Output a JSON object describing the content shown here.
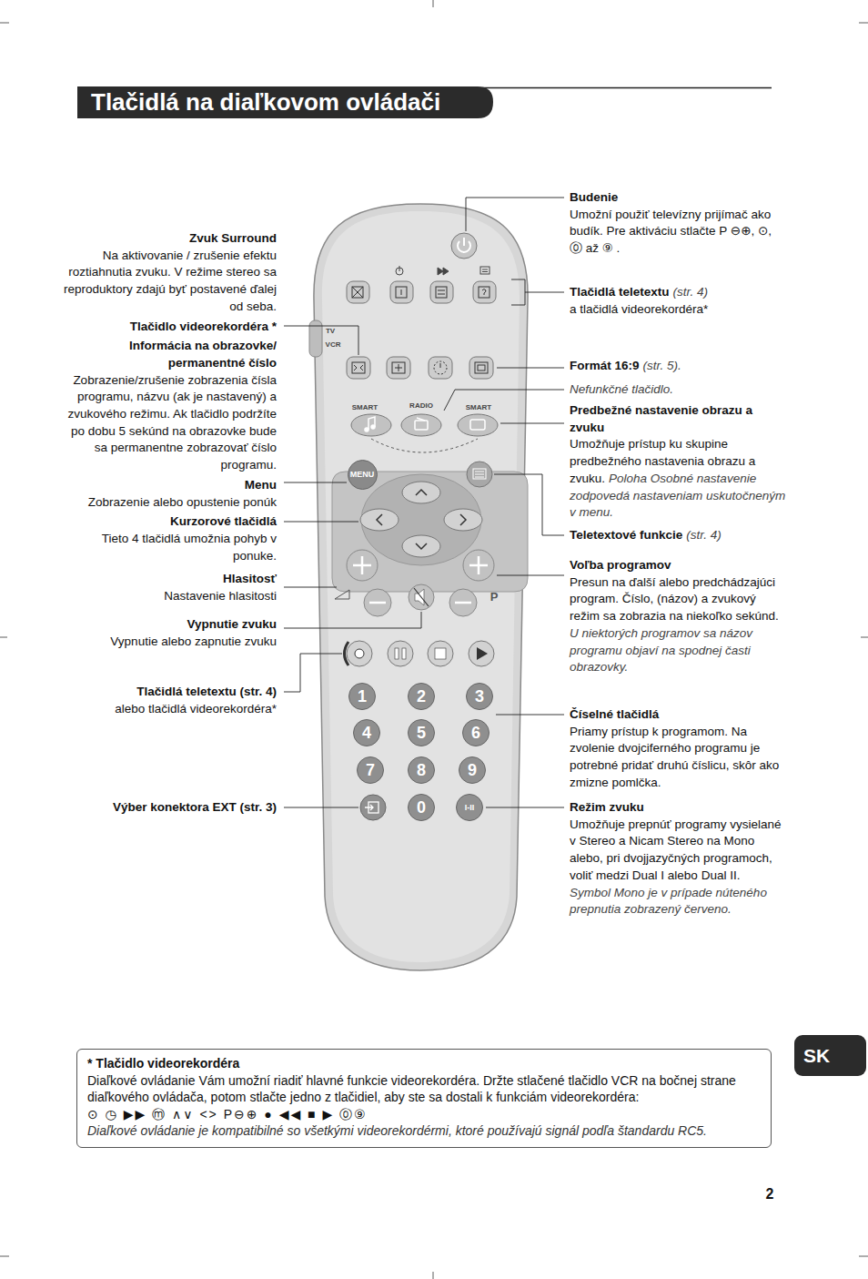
{
  "diagram": {
    "title": "Tlačidlá na diaľkovom ovládači",
    "nodes": [
      {
        "text": [
          "MENU"
        ]
      },
      {
        "text": [
          "1"
        ]
      },
      {
        "text": [
          "2"
        ]
      },
      {
        "text": [
          "3"
        ]
      },
      {
        "text": [
          "4"
        ]
      },
      {
        "text": [
          "5"
        ]
      },
      {
        "text": [
          "6"
        ]
      },
      {
        "text": [
          "7"
        ]
      },
      {
        "text": [
          "8"
        ]
      },
      {
        "text": [
          "9"
        ]
      },
      {
        "text": [
          "0"
        ]
      },
      {
        "text": [
          "I-II"
        ]
      },
      {
        "text": [
          "* Tlačidlo videorekordéra",
          "Diaľkové ovládanie Vám umožní riadiť hlavné funkcie videorekordéra. Držte stlačené tlačidlo VCR na bočnej strane diaľkového ovládača, potom stlačte jedno z tlačidiel, aby ste sa dostali k funkciám videorekordéra:",
          "⊙ ◷ ▶▶ ⓜ ∧∨ <> P⊖⊕ ● ◀◀ ■ ▶ ⓪⑨",
          "Diaľkové ovládanie je kompatibilné so všetkými videorekordérmi, ktoré používajú signál podľa štandardu RC5."
        ]
      },
      {
        "text": [
          "SK"
        ]
      }
    ],
    "labels": [
      "Zvuk Surround",
      "Na aktivovanie / zrušenie efektu roztiahnutia zvuku. V režime stereo sa reproduktory zdajú byť postavené ďalej od seba.",
      "Tlačidlo videorekordéra *",
      "Informácia na obrazovke/ permanentné číslo",
      "Zobrazenie/zrušenie zobrazenia čísla programu, názvu (ak je nastavený) a zvukového režimu. Ak tlačidlo podržíte po dobu 5 sekúnd na obrazovke bude sa permanentne zobrazovať číslo programu.",
      "Menu",
      "Zobrazenie alebo opustenie ponúk",
      "Kurzorové tlačidlá",
      "Tieto 4 tlačidlá umožnia pohyb v ponuke.",
      "Hlasitosť",
      "Nastavenie hlasitosti",
      "Vypnutie zvuku",
      "Vypnutie alebo zapnutie zvuku",
      "Tlačidlá teletextu (str. 4)",
      "alebo tlačidlá videorekordéra*",
      "Výber konektora EXT (str. 3)",
      "TV",
      "VCR",
      "SMART",
      "RADIO",
      "SMART",
      "P",
      "Budenie",
      "Umožní použiť televízny prijímač ako budík. Pre aktiváciu stlačte P ⊖⊕, ⊙, ⓪ až ⑨ .",
      "Tlačidlá teletextu",
      "(str. 4)",
      "a tlačidlá videorekordéra*",
      "Formát 16:9",
      "(str. 5).",
      "Nefunkčné tlačidlo.",
      "Predbežné nastavenie obrazu a zvuku",
      "Umožňuje prístup ku skupine predbežného nastavenia obrazu a zvuku.",
      "Poloha Osobné nastavenie zodpovedá nastaveniam uskutočneným v menu.",
      "Teletextové funkcie",
      "(str. 4)",
      "Voľba programov",
      "Presun na ďalší alebo predchádzajúci program. Číslo, (názov) a zvukový režim sa zobrazia na niekoľko sekúnd.",
      "U niektorých programov sa názov programu objaví na spodnej časti obrazovky.",
      "Číselné tlačidlá",
      "Priamy prístup k programom. Na zvolenie dvojciferného programu je potrebné pridať druhú číslicu, skôr ako zmizne pomlčka.",
      "Režim zvuku",
      "Umožňuje prepnúť programy vysielané v Stereo a Nicam Stereo na Mono alebo, pri dvojjazyčných programoch, voliť medzi Dual I alebo Dual II.",
      "Symbol Mono je v prípade núteného prepnutia zobrazený červeno.",
      "2"
    ]
  }
}
